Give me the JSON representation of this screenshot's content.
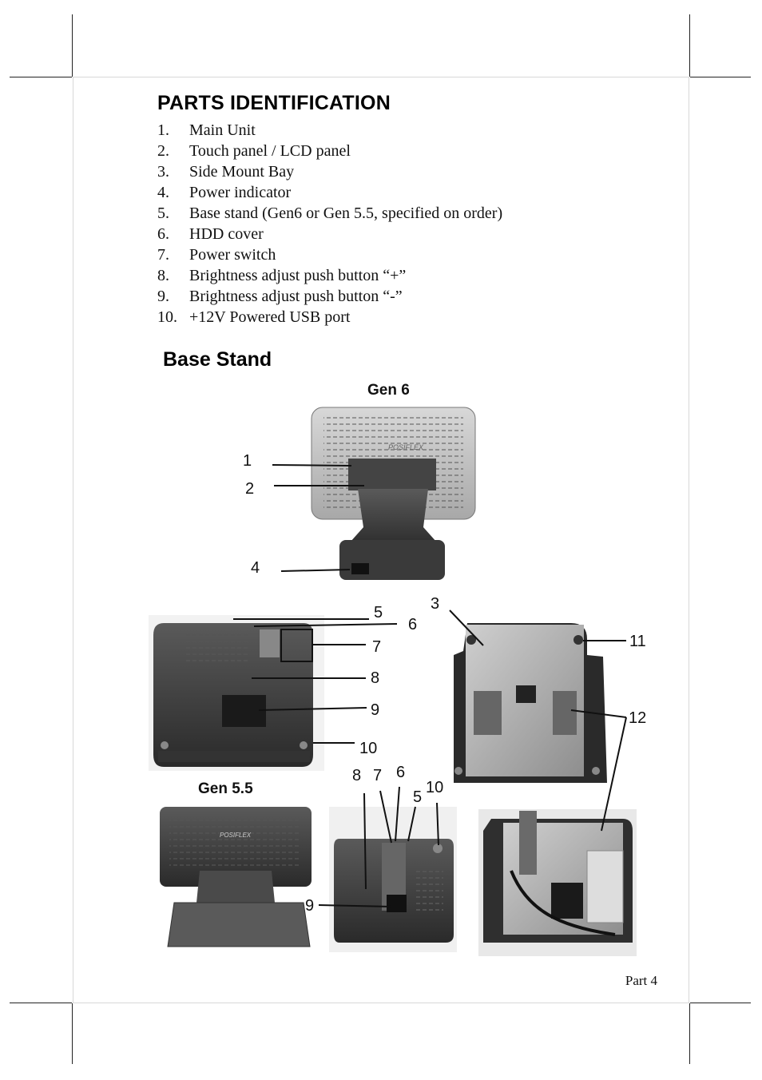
{
  "title": "PARTS IDENTIFICATION",
  "parts": [
    {
      "num": "1.",
      "label": "Main Unit"
    },
    {
      "num": "2.",
      "label": "Touch panel / LCD panel"
    },
    {
      "num": "3.",
      "label": "Side Mount Bay"
    },
    {
      "num": "4.",
      "label": "Power indicator"
    },
    {
      "num": "5.",
      "label": "Base stand (Gen6 or Gen 5.5, specified on order)"
    },
    {
      "num": "6.",
      "label": "HDD cover"
    },
    {
      "num": "7.",
      "label": "Power switch"
    },
    {
      "num": "8.",
      "label": "Brightness adjust push button “+”"
    },
    {
      "num": "9.",
      "label": "Brightness adjust push button “-”"
    },
    {
      "num": "10.",
      "label": "+12V Powered USB port"
    }
  ],
  "base_stand": {
    "heading": "Base Stand",
    "gen6_label": "Gen 6",
    "gen55_label": "Gen 5.5"
  },
  "callouts": {
    "gen6_front": [
      "1",
      "2",
      "4"
    ],
    "gen6_bottom": [
      "5",
      "6",
      "7",
      "8",
      "9",
      "10"
    ],
    "gen6_mount": [
      "3",
      "11",
      "12"
    ],
    "gen55_bottom": [
      "8",
      "7",
      "6",
      "5",
      "10",
      "9"
    ]
  },
  "logo_text": "POSIFLEX",
  "footer": "Part 4"
}
